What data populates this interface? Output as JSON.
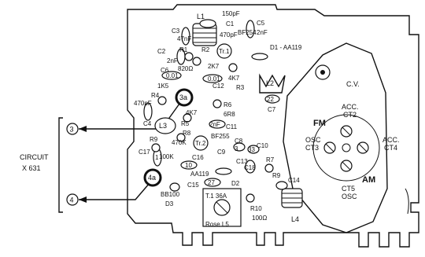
{
  "circuit": {
    "line1": "CIRCUIT",
    "line2": "X 631"
  },
  "connectors": {
    "top": "3",
    "bottom": "4"
  },
  "callouts": {
    "a3": "3a",
    "a4": "4a"
  },
  "coils": {
    "L1": "L1",
    "L2": "L2",
    "L3": "L3",
    "L4": "L4"
  },
  "transformer_label": {
    "line1": "T.1   36A",
    "line2": "Rose   L5"
  },
  "cv": {
    "title": "C.V.",
    "fm": "FM",
    "am": "AM",
    "acc_ct2": [
      "ACC.",
      "CT2"
    ],
    "acc_ct4": [
      "ACC.",
      "CT4"
    ],
    "osc_ct3": [
      "OSC",
      "CT3"
    ],
    "ct5_osc": [
      "CT5",
      "OSC"
    ]
  },
  "components": {
    "c1": "C1",
    "c1v": "150pF",
    "c1b": "470pF",
    "bf254": "BF254",
    "tr1": "Tr.1",
    "c5": "C5",
    "c5v": "2nF",
    "d1": "D1 - AA119",
    "c3": "C3",
    "c3v": "47nF",
    "c2": "C2",
    "c2v": "2nF",
    "r1": "R1",
    "r1v": "820Ω",
    "r2": "R2",
    "r2v": "2K7",
    "r3": "R3",
    "r3v": "4K7",
    "c12": "C12",
    "c12v": "0.01",
    "c6": "C6",
    "c6v": "0.01",
    "r4": "R4",
    "r4v": "1K5",
    "c7": "C7",
    "c7v": "22",
    "c4v": "470pF",
    "c4": "C4",
    "r6": "R6",
    "r6v": "6R8",
    "r5": "R5",
    "r5v": "4K7",
    "c11": "C11",
    "c11v": "2nF",
    "r8": "R8",
    "r8v": "470K",
    "tr2": "Tr.2",
    "bf255": "BF255",
    "c8": "C8",
    "c10": "C10",
    "c13v": "33",
    "c9": "C9",
    "c9v": "3",
    "c13": "C13",
    "r9": "R9",
    "r9v": "100K",
    "c17": "C17",
    "c17v": "1",
    "c16": "C16",
    "c16v": "10",
    "aa119": "AA119",
    "c18": "C18",
    "c15": "C15",
    "c15v": "27",
    "d2": "D2",
    "r7": "R7",
    "r7v": "R9",
    "c14": "C14",
    "bb100": "BB100",
    "d3": "D3",
    "r10": "R10",
    "r10v": "100Ω"
  }
}
